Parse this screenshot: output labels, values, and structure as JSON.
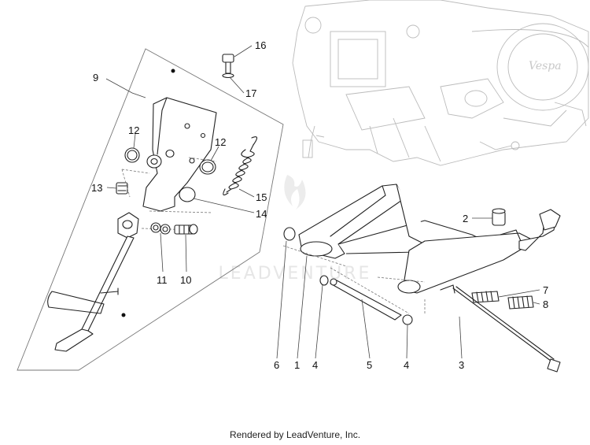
{
  "watermark": "LEADVENTURE",
  "footer": "Rendered by LeadVenture, Inc.",
  "callouts": {
    "c16": "16",
    "c17": "17",
    "c9": "9",
    "c12a": "12",
    "c12b": "12",
    "c13": "13",
    "c15": "15",
    "c14": "14",
    "c11": "11",
    "c10": "10",
    "c2": "2",
    "c7": "7",
    "c8": "8",
    "c6": "6",
    "c1": "1",
    "c4a": "4",
    "c5": "5",
    "c4b": "4",
    "c3": "3"
  }
}
